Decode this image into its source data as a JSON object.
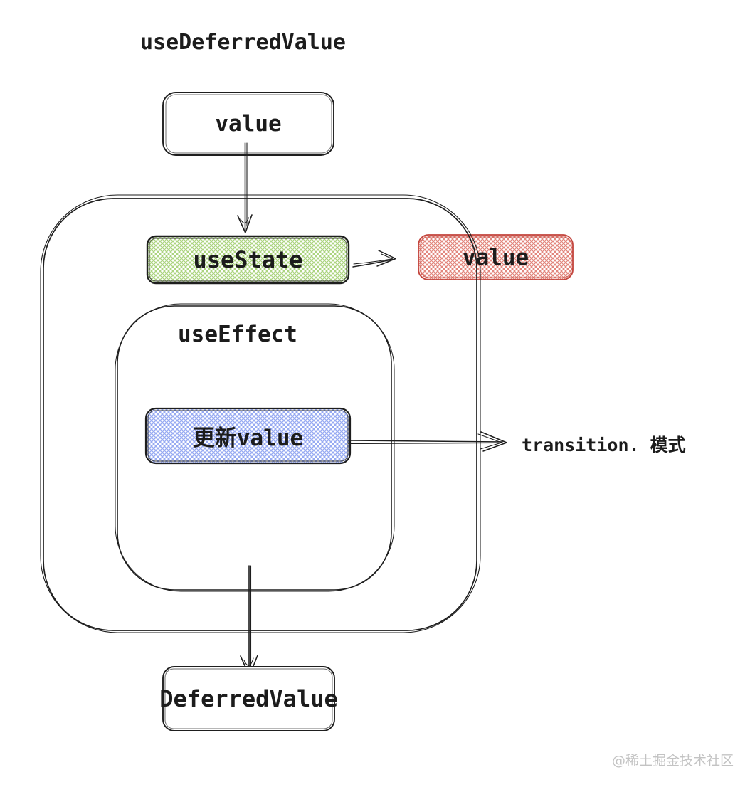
{
  "title": "useDeferredValue",
  "nodes": {
    "input_value": {
      "label": "value"
    },
    "use_state": {
      "label": "useState"
    },
    "state_value": {
      "label": "value"
    },
    "use_effect": {
      "label": "useEffect"
    },
    "update_value": {
      "label": "更新value"
    },
    "deferred_value": {
      "label": "DeferredValue"
    }
  },
  "annotations": {
    "transition_mode": {
      "label": "transition. 模式"
    }
  },
  "watermark": {
    "label": "@稀土掘金技术社区"
  },
  "colors": {
    "ink": "#1e1e1e",
    "green_hatch": "#abd47f",
    "red_hatch": "#e2867c",
    "red_border": "#c2443c",
    "blue_hatch": "#97aaf2",
    "watermark": "#c3c3c3"
  }
}
